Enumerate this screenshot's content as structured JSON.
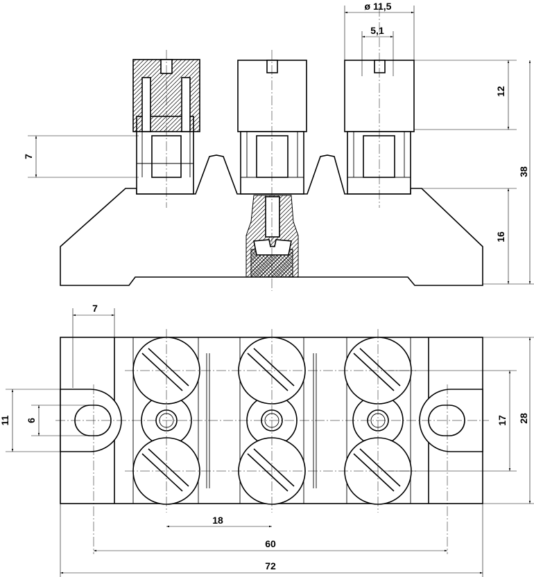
{
  "dimensions": {
    "diameter_head": "ø 11,5",
    "slot_width": "5,1",
    "head_height": "12",
    "total_height": "38",
    "nut_height": "7",
    "base_height": "16",
    "tab_offset": "7",
    "lug_height": "11",
    "hole_height": "6",
    "pitch": "18",
    "mount_spacing": "60",
    "total_length": "72",
    "screw_spacing": "17",
    "total_width": "28"
  }
}
